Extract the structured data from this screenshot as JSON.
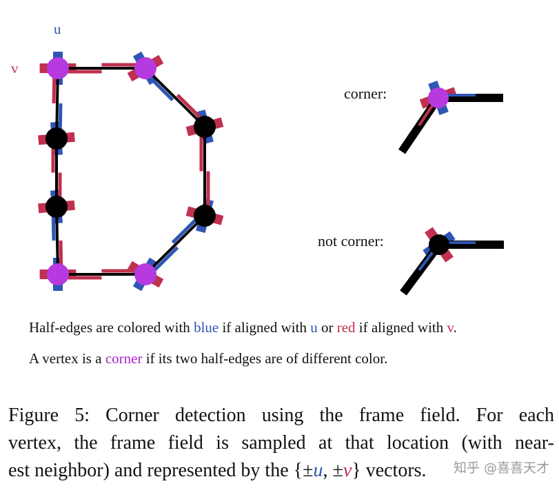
{
  "colors": {
    "blue": "#2f56b5",
    "red": "#c0314f",
    "corner_vertex": "#b63ae0",
    "plain_vertex": "#000000",
    "edge": "#000000"
  },
  "diagram": {
    "u_label": "u",
    "v_label": "v",
    "corner_example_label": "corner:",
    "not_corner_example_label": "not corner:"
  },
  "legend": {
    "line1": {
      "p1": "Half-edges are colored with ",
      "blue_word": "blue",
      "p2": " if aligned with ",
      "u": "u",
      "p3": " or ",
      "red_word": "red",
      "p4": " if aligned with ",
      "v": "v",
      "p5": "."
    },
    "line2": {
      "p1": "A vertex is a ",
      "corner_word": "corner",
      "p2": " if its two half-edges are of different color."
    }
  },
  "caption": {
    "line1": "Figure 5: Corner detection using the frame field. For each",
    "line2": "vertex, the frame field is sampled at that location (with near-",
    "line3_a": "est neighbor) and represented by the {±",
    "u": "u",
    "line3_b": ", ±",
    "v": "v",
    "line3_c": "} vectors."
  },
  "watermark": "知乎 @喜喜天才"
}
